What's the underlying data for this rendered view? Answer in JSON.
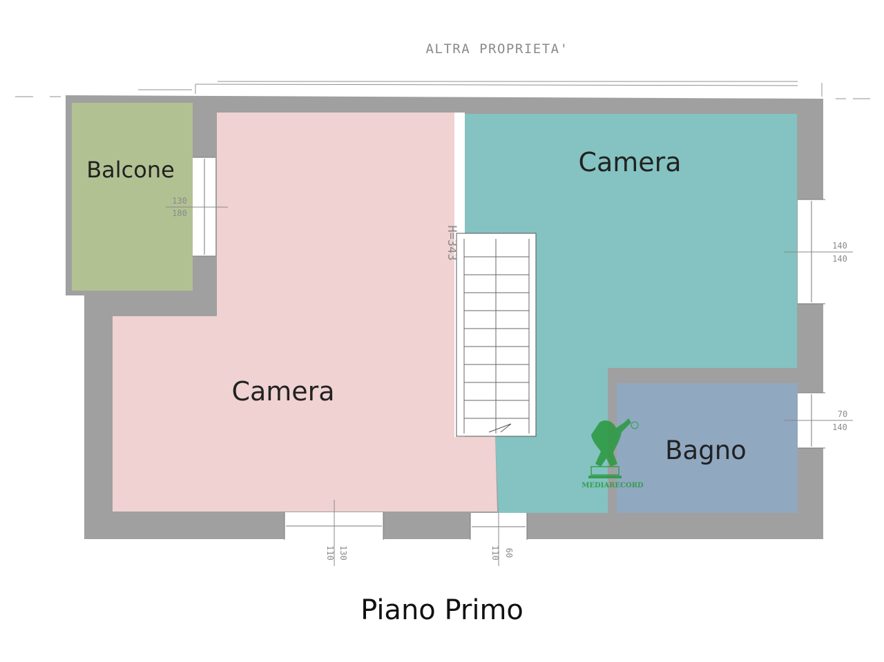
{
  "plan": {
    "neighbor_label": "ALTRA PROPRIETA'",
    "title": "Piano Primo",
    "rooms": {
      "balcone": "Balcone",
      "camera_left": "Camera",
      "camera_right": "Camera",
      "bagno": "Bagno"
    },
    "stair_height": "H=343",
    "dimensions": {
      "balcony_window_top": "130",
      "balcony_window_bottom": "180",
      "right_window_top": "140",
      "right_window_bottom": "140",
      "bath_window_top": "70",
      "bath_window_bottom": "140",
      "bottom_window_1_a": "110",
      "bottom_window_1_b": "130",
      "bottom_window_2_a": "110",
      "bottom_window_2_b": "60"
    },
    "colors": {
      "wall": "#a0a0a0",
      "balcone": "#b2c192",
      "camera_left": "#f0d2d2",
      "camera_right": "#84c3c1",
      "bagno": "#90a8c0",
      "watermark": "#2e9a45"
    },
    "watermark_icon": "mediarecord-logo-icon"
  }
}
